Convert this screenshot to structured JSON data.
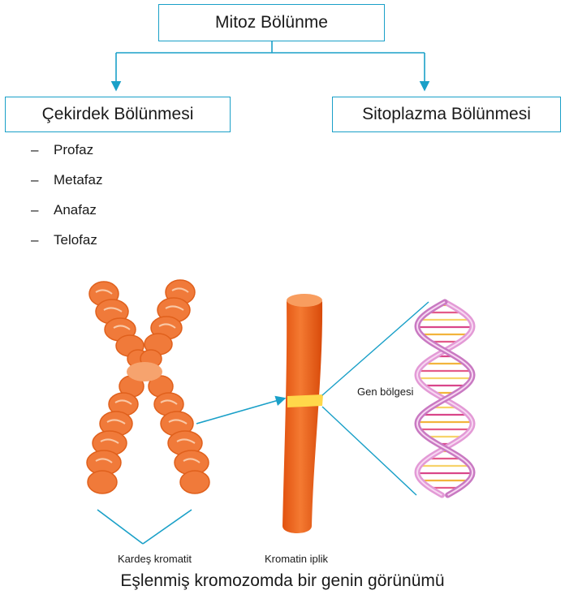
{
  "boxes": {
    "top": "Mitoz Bölünme",
    "left": "Çekirdek Bölünmesi",
    "right": "Sitoplazma Bölünmesi"
  },
  "phases": [
    {
      "dash": "–",
      "label": "Profaz"
    },
    {
      "dash": "–",
      "label": "Metafaz"
    },
    {
      "dash": "–",
      "label": "Anafaz"
    },
    {
      "dash": "–",
      "label": "Telofaz"
    }
  ],
  "labels": {
    "sister_chromatid": "Kardeş kromatit",
    "chromatin": "Kromatin iplik",
    "gene_region": "Gen bölgesi"
  },
  "caption": "Eşlenmiş kromozomda bir genin görünümü",
  "colors": {
    "box_border": "#1aa0c8",
    "arrow": "#1aa0c8",
    "chromosome": "#f07a3a",
    "chromatin": "#ee6a1e",
    "gene_band": "#ffd84a",
    "dna_strand": "#e39ad6"
  }
}
